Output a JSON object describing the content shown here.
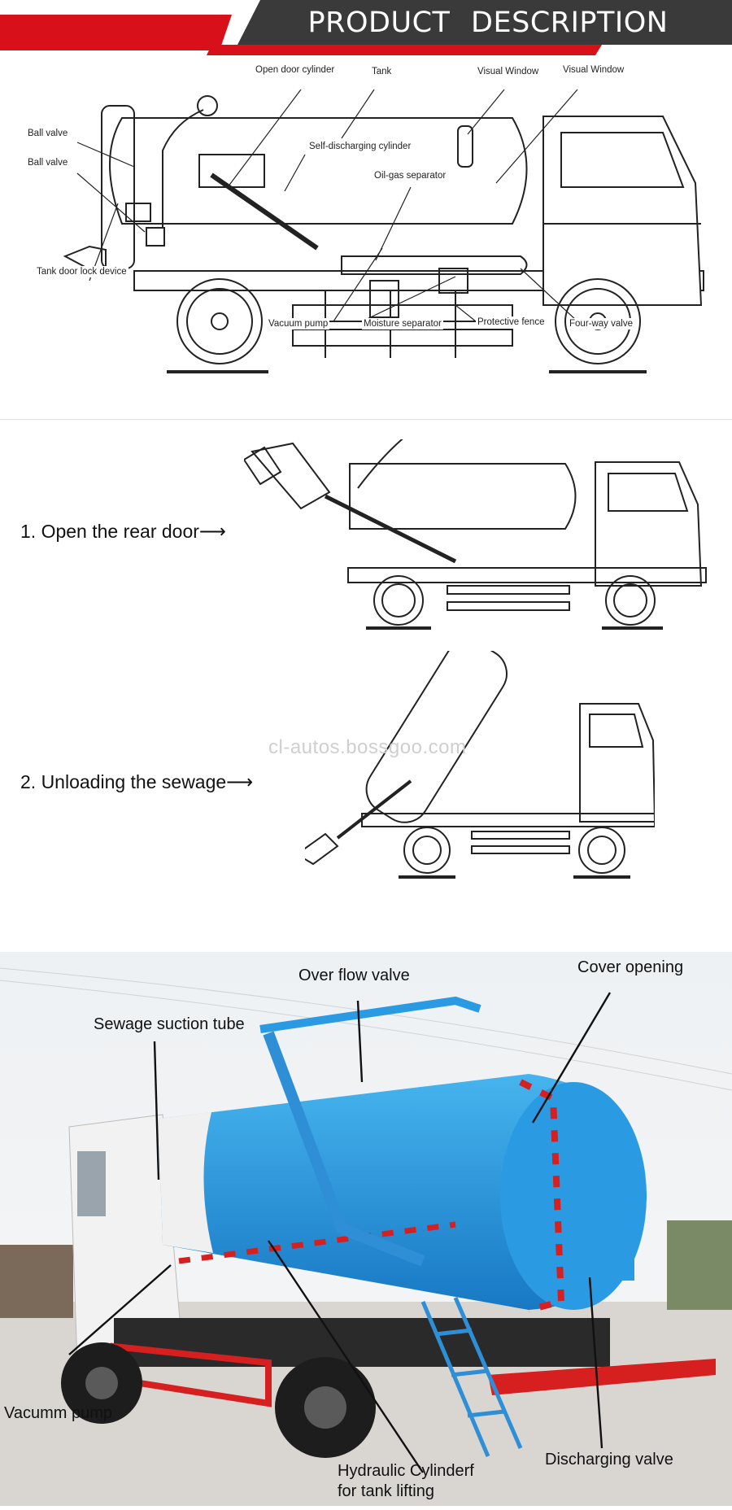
{
  "header": {
    "title": "PRODUCT   DESCRIPTION",
    "colors": {
      "red": "#d8101a",
      "dark": "#3a3a3a"
    }
  },
  "schematic": {
    "labels": {
      "open_door_cylinder": "Open door cylinder",
      "tank": "Tank",
      "visual_window_1": "Visual Window",
      "visual_window_2": "Visual Window",
      "ball_valve_1": "Ball valve",
      "ball_valve_2": "Ball valve",
      "self_discharging_cylinder": "Self-discharging cylinder",
      "oil_gas_separator": "Oil-gas separator",
      "tank_door_lock_device": "Tank door lock device",
      "vacuum_pump": "Vacuum pump",
      "moisture_separator": "Moisture separator",
      "protective_fence": "Protective fence",
      "four_way_valve": "Four-way valve"
    }
  },
  "steps": {
    "step1": "1. Open the rear door⟶",
    "step2": "2. Unloading the sewage⟶"
  },
  "watermark": "cl-autos.bossgoo.com",
  "photo": {
    "labels": {
      "over_flow_valve": "Over flow valve",
      "cover_opening": "Cover opening",
      "sewage_suction_tube": "Sewage suction tube",
      "vacumm_pump": "Vacumm pump",
      "hydraulic_line1": "Hydraulic Cylinderf",
      "hydraulic_line2": "for tank lifting",
      "discharging_valve": "Discharging valve"
    },
    "colors": {
      "tank_blue": "#1f8fd6",
      "cab_white": "#f2f2f2",
      "stripe_red": "#d62020"
    }
  }
}
